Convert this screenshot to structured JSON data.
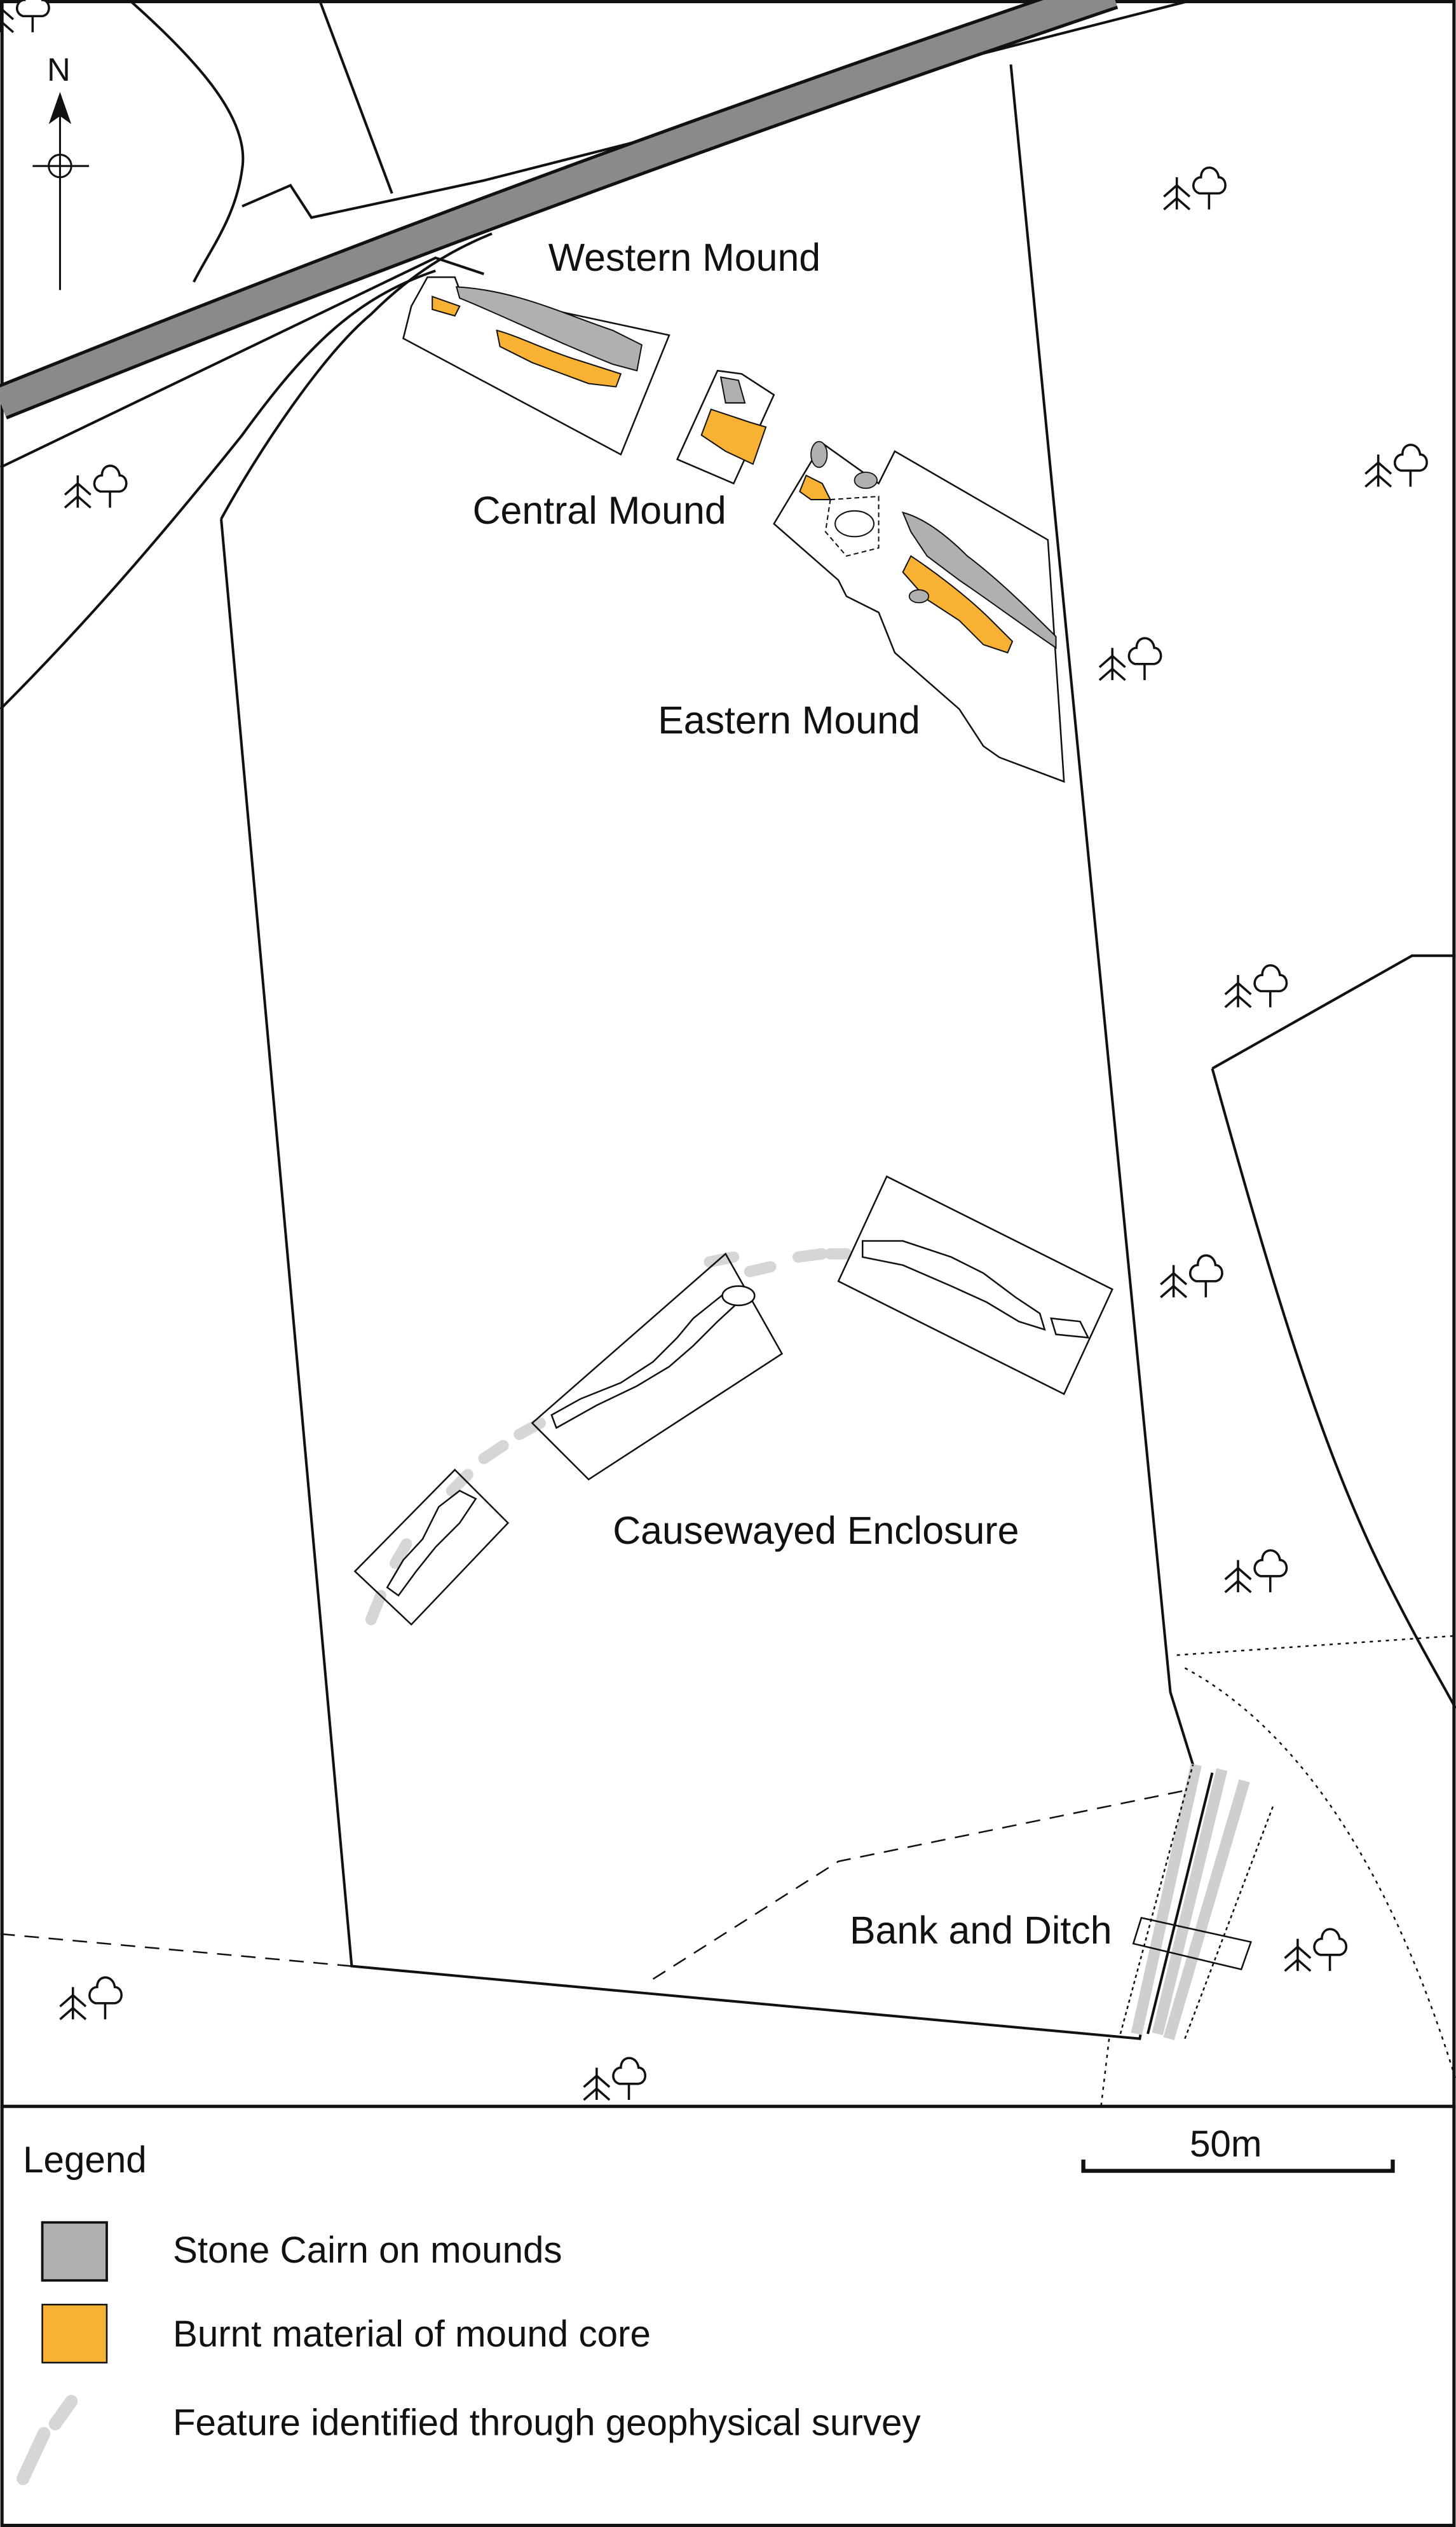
{
  "map": {
    "north_label": "N",
    "site_labels": {
      "western_mound": "Western Mound",
      "central_mound": "Central Mound",
      "eastern_mound": "Eastern Mound",
      "causewayed_enclosure": "Causewayed Enclosure",
      "bank_and_ditch": "Bank and Ditch"
    },
    "scale_bar_label": "50m"
  },
  "legend": {
    "title": "Legend",
    "items": [
      {
        "label": "Stone Cairn on mounds",
        "color": "#b0b0af",
        "icon": "gray-square"
      },
      {
        "label": "Burnt material of mound core",
        "color": "#f7b133",
        "icon": "orange-square"
      },
      {
        "label": "Feature identified through geophysical survey",
        "color": "#d6d6d6",
        "icon": "gray-dashes"
      }
    ]
  },
  "colors": {
    "road": "#8a8a8a",
    "cairn": "#b0b0af",
    "burnt": "#f7b133",
    "geophys": "#d6d6d6"
  }
}
